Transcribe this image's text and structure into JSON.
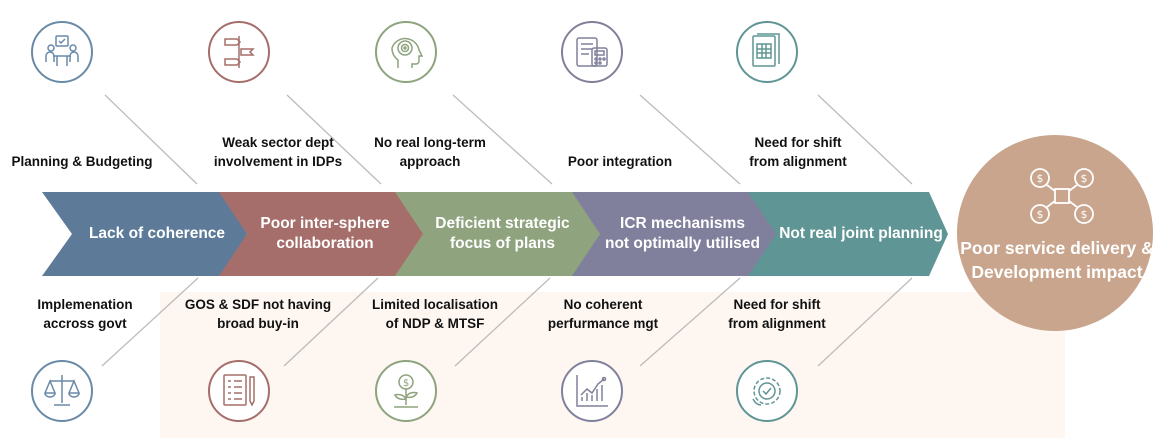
{
  "stages": [
    {
      "label": "Lack of coherence",
      "color": "#5d7b99"
    },
    {
      "label": "Poor inter-sphere\ncollaboration",
      "color": "#a56e6a"
    },
    {
      "label": "Deficient strategic\nfocus of plans",
      "color": "#8ea37e"
    },
    {
      "label": "ICR mechanisms\nnot optimally utilised",
      "color": "#80809c"
    },
    {
      "label": "Not real joint planning",
      "color": "#5f9594"
    }
  ],
  "top_causes": [
    {
      "label": "Planning & Budgeting",
      "icon": "meeting-icon",
      "color": "#6a8aa8"
    },
    {
      "label": "Weak sector dept\ninvolvement in IDPs",
      "icon": "document-list-icon",
      "color": "#a56e6a"
    },
    {
      "label": "No real long-term\napproach",
      "icon": "head-mind-icon",
      "color": "#8ea37e"
    },
    {
      "label": "Poor integration",
      "icon": "calculator-icon",
      "color": "#80809c"
    },
    {
      "label": "Need for shift\nfrom alignment",
      "icon": "spreadsheet-icon",
      "color": "#5f9594"
    }
  ],
  "bottom_causes": [
    {
      "label": "Implemenation\naccross govt",
      "icon": "scales-icon",
      "color": "#6a8aa8"
    },
    {
      "label": "GOS & SDF not having\nbroad buy-in",
      "icon": "document-pencil-icon",
      "color": "#a56e6a"
    },
    {
      "label": "Limited localisation\nof NDP & MTSF",
      "icon": "money-plant-icon",
      "color": "#8ea37e"
    },
    {
      "label": "No coherent\nperfurmance mgt",
      "icon": "line-chart-icon",
      "color": "#80809c"
    },
    {
      "label": "Need for shift\nfrom alignment",
      "icon": "gear-phone-icon",
      "color": "#5f9594"
    }
  ],
  "outcome": {
    "label": "Poor service delivery &\nDevelopment impact",
    "icon": "money-network-icon",
    "color": "#c9a58d"
  }
}
